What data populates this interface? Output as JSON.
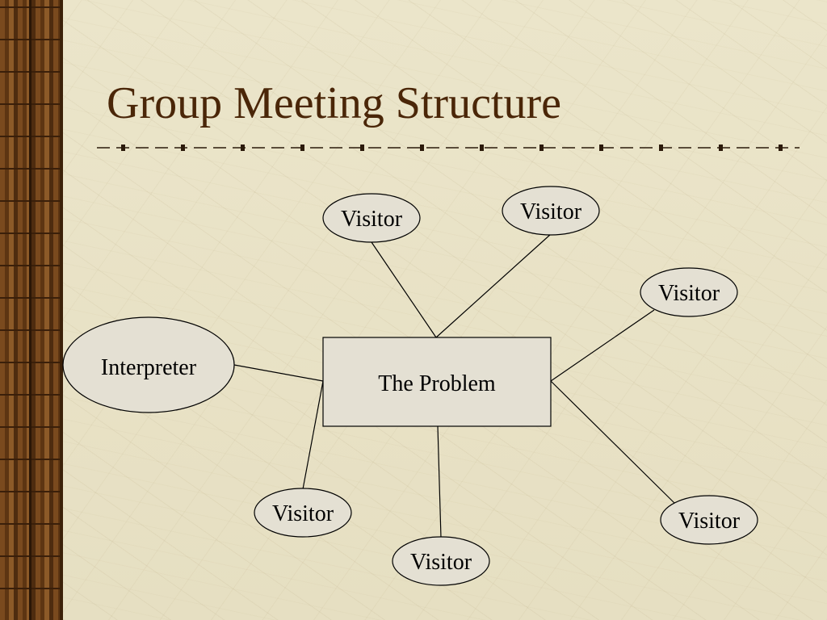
{
  "slide": {
    "title": "Group Meeting Structure"
  },
  "diagram": {
    "center": "The Problem",
    "interpreter": "Interpreter",
    "visitors": [
      "Visitor",
      "Visitor",
      "Visitor",
      "Visitor",
      "Visitor",
      "Visitor"
    ]
  },
  "colors": {
    "title": "#4a2608",
    "node_fill": "#e4e0d3",
    "line": "#000000"
  }
}
